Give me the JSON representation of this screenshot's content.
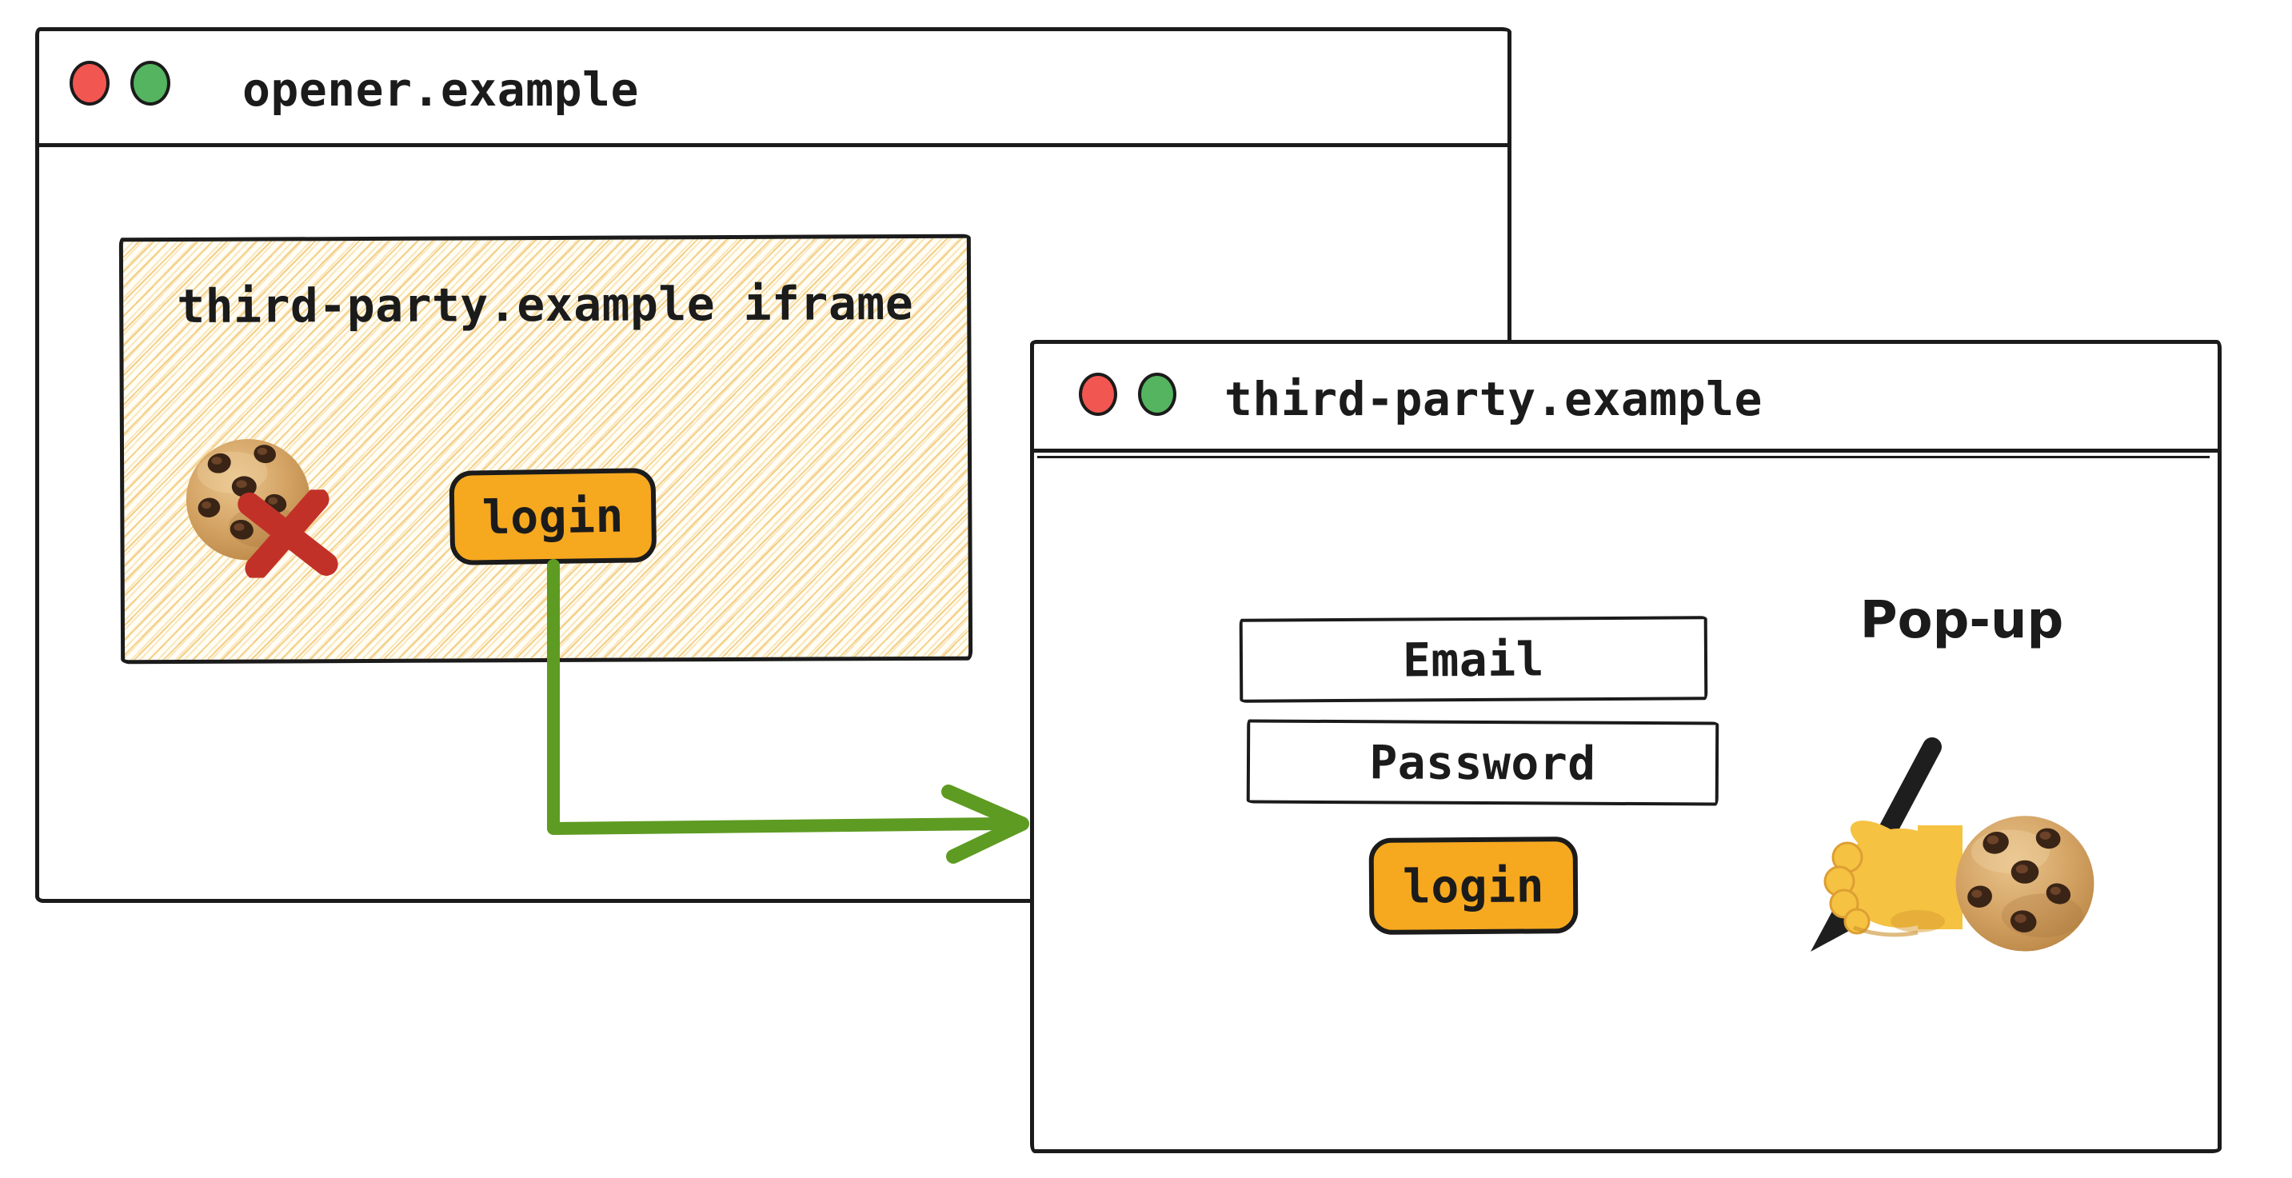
{
  "colors": {
    "ink": "#1b1b1b",
    "paper": "#ffffff",
    "hatch-line": "#f4cf87",
    "hatch-line-soft": "#f9e6bd",
    "hatch-bg": "#fffdf4",
    "button-orange": "#f6a81f",
    "arrow-green": "#5e9b22",
    "blocked-red": "#c23128",
    "traffic-red": "#f25650",
    "traffic-green": "#54b45f",
    "cookie-base": "#d3a263",
    "cookie-chip": "#3a2416",
    "hand-yellow": "#f5c242",
    "pen-black": "#1e1e1e"
  },
  "opener_window": {
    "title": "opener.example",
    "window_controls": [
      "close",
      "minimize"
    ],
    "iframe": {
      "label": "third-party.example iframe",
      "login_button_label": "login",
      "cookie_status": "blocked"
    }
  },
  "popup_window": {
    "title": "third-party.example",
    "window_controls": [
      "close",
      "minimize"
    ],
    "annotation": "Pop-up",
    "email_field_label": "Email",
    "password_field_label": "Password",
    "login_button_label": "login"
  },
  "icons": {
    "opener_window_controls": [
      "traffic-light-red-icon",
      "traffic-light-green-icon"
    ],
    "popup_window_controls": [
      "traffic-light-red-icon",
      "traffic-light-green-icon"
    ],
    "iframe_cookie": "cookie-icon",
    "iframe_blocked_mark": "red-x-icon",
    "flow_arrow": "green-elbow-arrow-icon",
    "popup_signature": "writing-hand-icon",
    "popup_cookie": "cookie-icon"
  }
}
